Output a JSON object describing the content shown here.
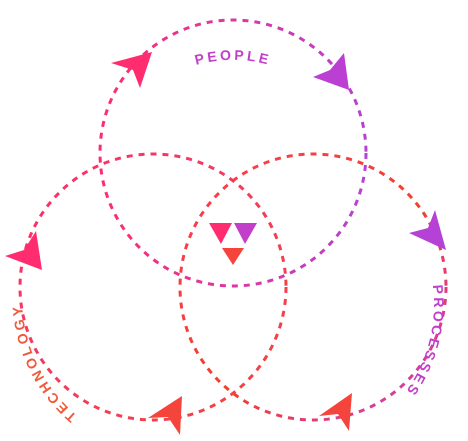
{
  "diagram": {
    "labels": {
      "top": "PEOPLE",
      "right": "PROCESSES",
      "left": "TECHNOLOGY"
    },
    "colors": {
      "pink": "#ff2d6f",
      "magenta": "#cc3ccf",
      "purple": "#b541d6",
      "coral": "#ff4a4a",
      "orange_red": "#f5443c",
      "hot_pink": "#ee2a7b",
      "label_people": "#c23fc9",
      "label_processes": "#c23fc9",
      "label_technology": "#f05a3c"
    },
    "center_icon": "three-way-triangle-icon"
  }
}
